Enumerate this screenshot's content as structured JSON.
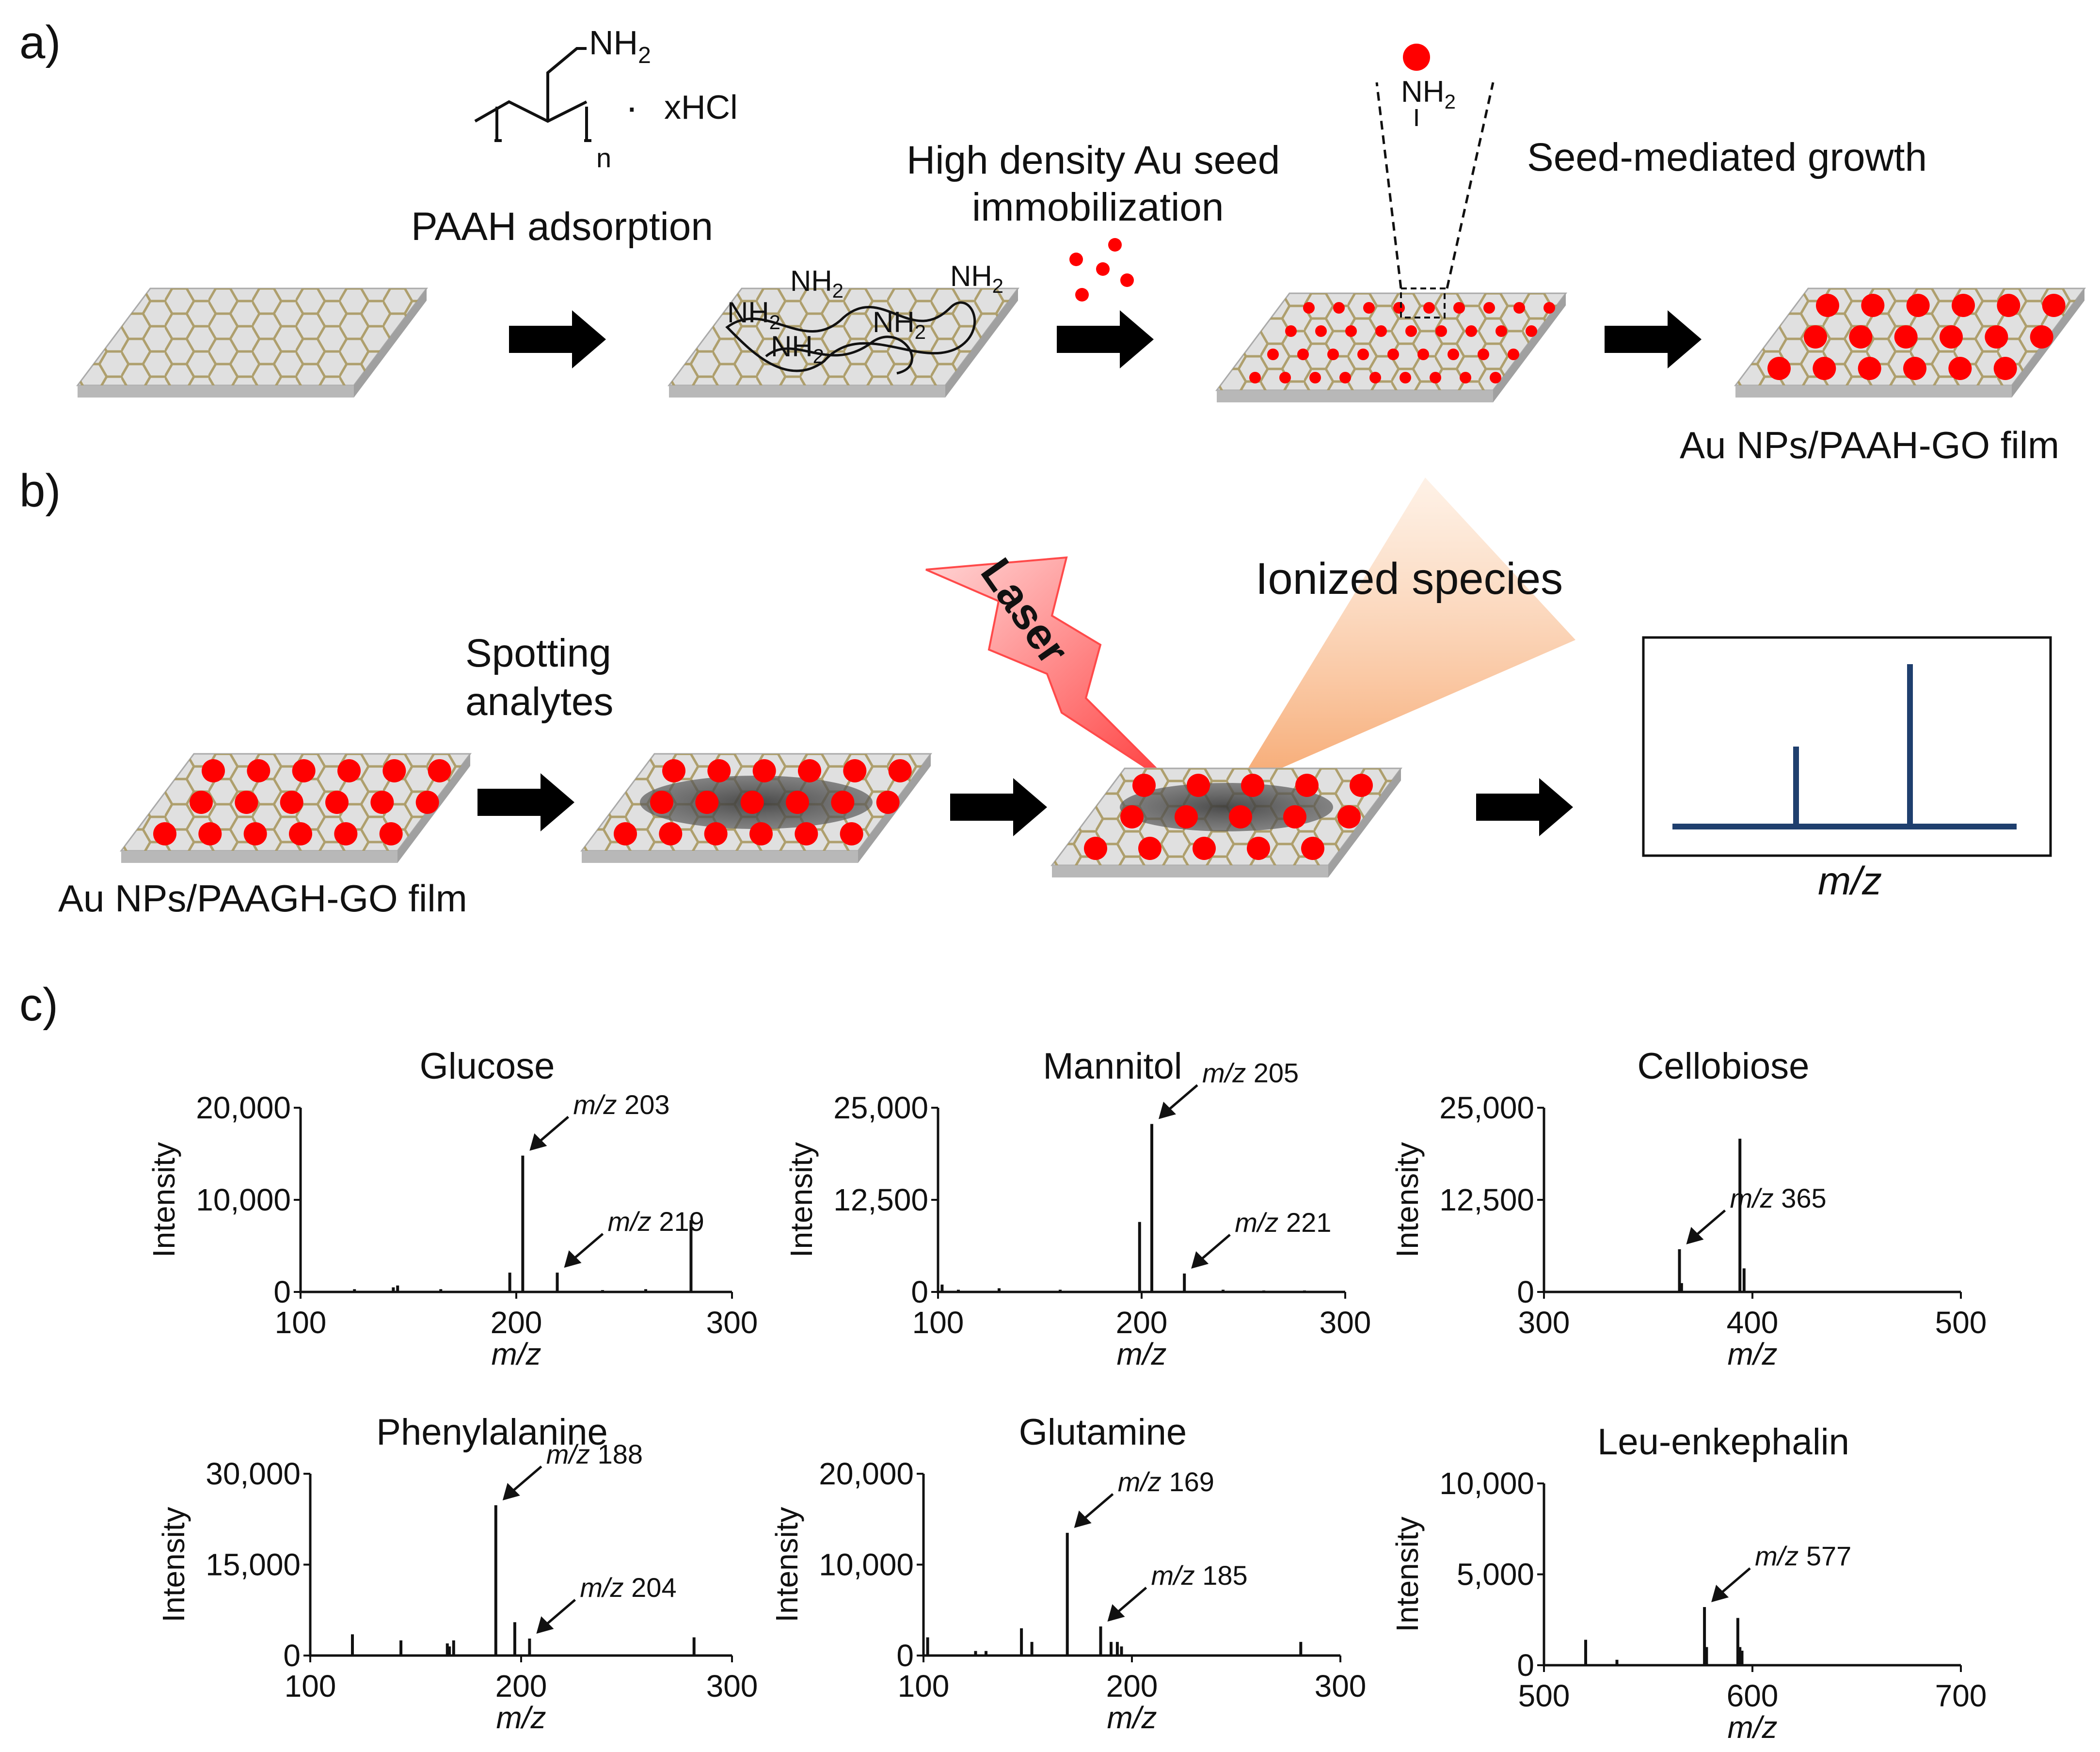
{
  "panels": {
    "a": "a)",
    "b": "b)",
    "c": "c)"
  },
  "section_a": {
    "monomer_nh2": "NH",
    "subscript_2": "2",
    "subscript_n": "n",
    "hcl": "xHCl",
    "dot": "·",
    "step1": "PAAH adsorption",
    "step2_line1": "High density Au seed",
    "step2_line2": "immobilization",
    "step3": "Seed-mediated growth",
    "result": "Au NPs/PAAH-GO film",
    "amine_labels": [
      "NH",
      "NH",
      "NH",
      "NH",
      "NH"
    ]
  },
  "section_b": {
    "film": "Au NPs/PAAGH-GO film",
    "spotting_line1": "Spotting",
    "spotting_line2": "analytes",
    "laser": "Laser",
    "ionized": "Ionized species",
    "mz": "m/z"
  },
  "colors": {
    "nanoparticle": "#ff0000",
    "arrow": "#000000",
    "spectrum_inset": "#1f3f6e",
    "substrate": "#c8c8c8",
    "graphene": "#a89860",
    "laser": "#ff6666",
    "plume": "#f9c89b"
  },
  "chart_data": [
    {
      "type": "bar",
      "title": "Glucose",
      "xlabel": "m/z",
      "ylabel": "Intensity",
      "xlim": [
        100,
        300
      ],
      "ylim": [
        0,
        20000
      ],
      "xticks": [
        100,
        200,
        300
      ],
      "yticks": [
        0,
        10000,
        20000
      ],
      "ytick_labels": [
        "0",
        "10,000",
        "20,000"
      ],
      "peaks": [
        [
          125,
          300
        ],
        [
          143,
          500
        ],
        [
          145,
          700
        ],
        [
          165,
          300
        ],
        [
          197,
          2100
        ],
        [
          203,
          14800
        ],
        [
          219,
          2100
        ],
        [
          240,
          200
        ],
        [
          260,
          300
        ],
        [
          281,
          7800
        ]
      ],
      "annotations": [
        {
          "prefix": "m/z",
          "value": "203",
          "x": 203
        },
        {
          "prefix": "m/z",
          "value": "219",
          "x": 219
        }
      ]
    },
    {
      "type": "bar",
      "title": "Mannitol",
      "xlabel": "m/z",
      "ylabel": "Intensity",
      "xlim": [
        100,
        300
      ],
      "ylim": [
        0,
        25000
      ],
      "xticks": [
        100,
        200,
        300
      ],
      "yticks": [
        0,
        12500,
        25000
      ],
      "ytick_labels": [
        "0",
        "12,500",
        "25,000"
      ],
      "peaks": [
        [
          102,
          1000
        ],
        [
          110,
          300
        ],
        [
          130,
          500
        ],
        [
          160,
          300
        ],
        [
          199,
          9500
        ],
        [
          205,
          22800
        ],
        [
          221,
          2500
        ],
        [
          240,
          300
        ],
        [
          260,
          200
        ],
        [
          280,
          200
        ]
      ],
      "annotations": [
        {
          "prefix": "m/z",
          "value": "205",
          "x": 205
        },
        {
          "prefix": "m/z",
          "value": "221",
          "x": 221
        }
      ]
    },
    {
      "type": "bar",
      "title": "Cellobiose",
      "xlabel": "m/z",
      "ylabel": "Intensity",
      "xlim": [
        300,
        500
      ],
      "ylim": [
        0,
        25000
      ],
      "xticks": [
        300,
        400,
        500
      ],
      "yticks": [
        0,
        12500,
        25000
      ],
      "ytick_labels": [
        "0",
        "12,500",
        "25,000"
      ],
      "peaks": [
        [
          365,
          5800
        ],
        [
          366,
          1200
        ],
        [
          394,
          20800
        ],
        [
          396,
          3200
        ]
      ],
      "annotations": [
        {
          "prefix": "m/z",
          "value": "365",
          "x": 365
        }
      ]
    },
    {
      "type": "bar",
      "title": "Phenylalanine",
      "xlabel": "m/z",
      "ylabel": "Intensity",
      "xlim": [
        100,
        300
      ],
      "ylim": [
        0,
        30000
      ],
      "xticks": [
        100,
        200,
        300
      ],
      "yticks": [
        0,
        15000,
        30000
      ],
      "ytick_labels": [
        "0",
        "15,000",
        "30,000"
      ],
      "peaks": [
        [
          120,
          3500
        ],
        [
          143,
          2500
        ],
        [
          165,
          2000
        ],
        [
          166,
          1500
        ],
        [
          168,
          2500
        ],
        [
          188,
          24800
        ],
        [
          197,
          5500
        ],
        [
          204,
          2800
        ],
        [
          282,
          3000
        ]
      ],
      "annotations": [
        {
          "prefix": "m/z",
          "value": "188",
          "x": 188
        },
        {
          "prefix": "m/z",
          "value": "204",
          "x": 204
        }
      ]
    },
    {
      "type": "bar",
      "title": "Glutamine",
      "xlabel": "m/z",
      "ylabel": "Intensity",
      "xlim": [
        100,
        300
      ],
      "ylim": [
        0,
        20000
      ],
      "xticks": [
        100,
        200,
        300
      ],
      "yticks": [
        0,
        10000,
        20000
      ],
      "ytick_labels": [
        "0",
        "10,000",
        "20,000"
      ],
      "peaks": [
        [
          102,
          2000
        ],
        [
          125,
          500
        ],
        [
          130,
          500
        ],
        [
          147,
          3000
        ],
        [
          152,
          1500
        ],
        [
          169,
          13500
        ],
        [
          185,
          3200
        ],
        [
          190,
          1500
        ],
        [
          193,
          1500
        ],
        [
          195,
          1000
        ],
        [
          281,
          1500
        ]
      ],
      "annotations": [
        {
          "prefix": "m/z",
          "value": "169",
          "x": 169
        },
        {
          "prefix": "m/z",
          "value": "185",
          "x": 185
        }
      ]
    },
    {
      "type": "bar",
      "title": "Leu-enkephalin",
      "xlabel": "m/z",
      "ylabel": "Intensity",
      "xlim": [
        500,
        700
      ],
      "ylim": [
        0,
        10000
      ],
      "xticks": [
        500,
        600,
        700
      ],
      "yticks": [
        0,
        5000,
        10000
      ],
      "ytick_labels": [
        "0",
        "5,000",
        "10,000"
      ],
      "peaks": [
        [
          520,
          1400
        ],
        [
          535,
          300
        ],
        [
          577,
          3200
        ],
        [
          578,
          1000
        ],
        [
          593,
          2600
        ],
        [
          594,
          1000
        ],
        [
          595,
          800
        ]
      ],
      "annotations": [
        {
          "prefix": "m/z",
          "value": "577",
          "x": 577
        }
      ]
    }
  ]
}
